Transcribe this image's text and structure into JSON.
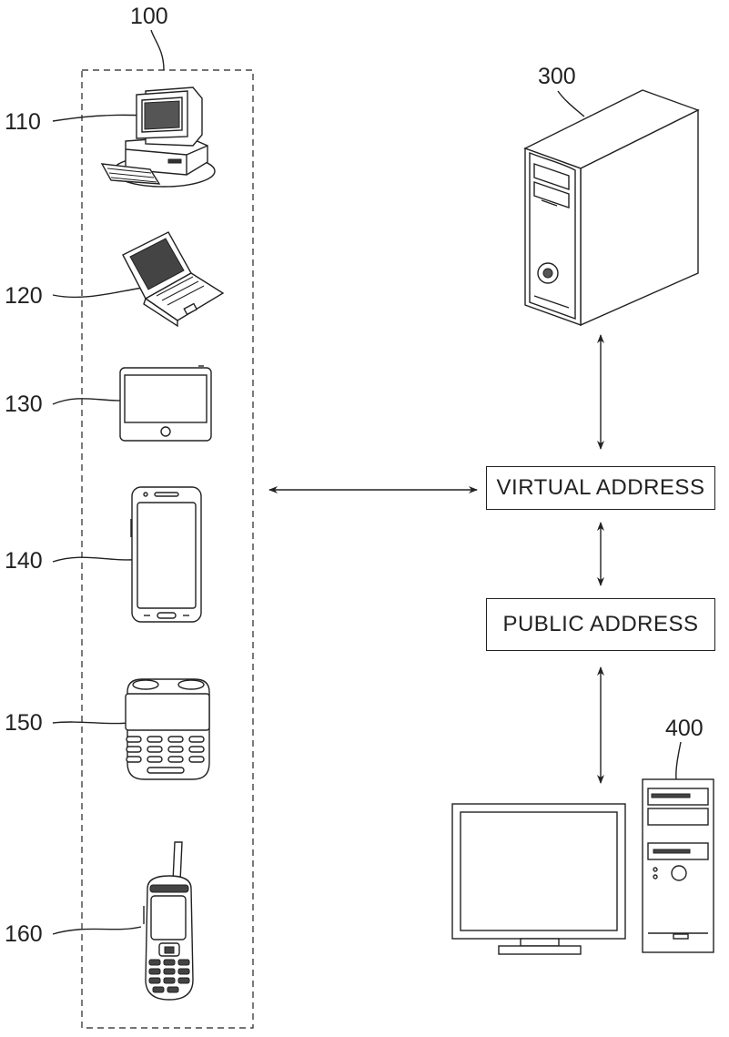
{
  "labels": {
    "group": "100",
    "desktop": "110",
    "laptop": "120",
    "tablet": "130",
    "smartphone": "140",
    "handheld": "150",
    "feature_phone": "160",
    "server": "300",
    "terminal": "400"
  },
  "boxes": {
    "virtual_address": "VIRTUAL ADDRESS",
    "public_address": "PUBLIC ADDRESS"
  },
  "icons": {
    "desktop": "desktop-computer-icon",
    "laptop": "laptop-icon",
    "tablet": "tablet-icon",
    "smartphone": "smartphone-icon",
    "handheld": "pda-keypad-icon",
    "feature_phone": "mobile-phone-icon",
    "server": "tower-server-icon",
    "terminal": "monitor-and-tower-icon"
  },
  "colors": {
    "line": "#222222",
    "background": "#ffffff"
  }
}
